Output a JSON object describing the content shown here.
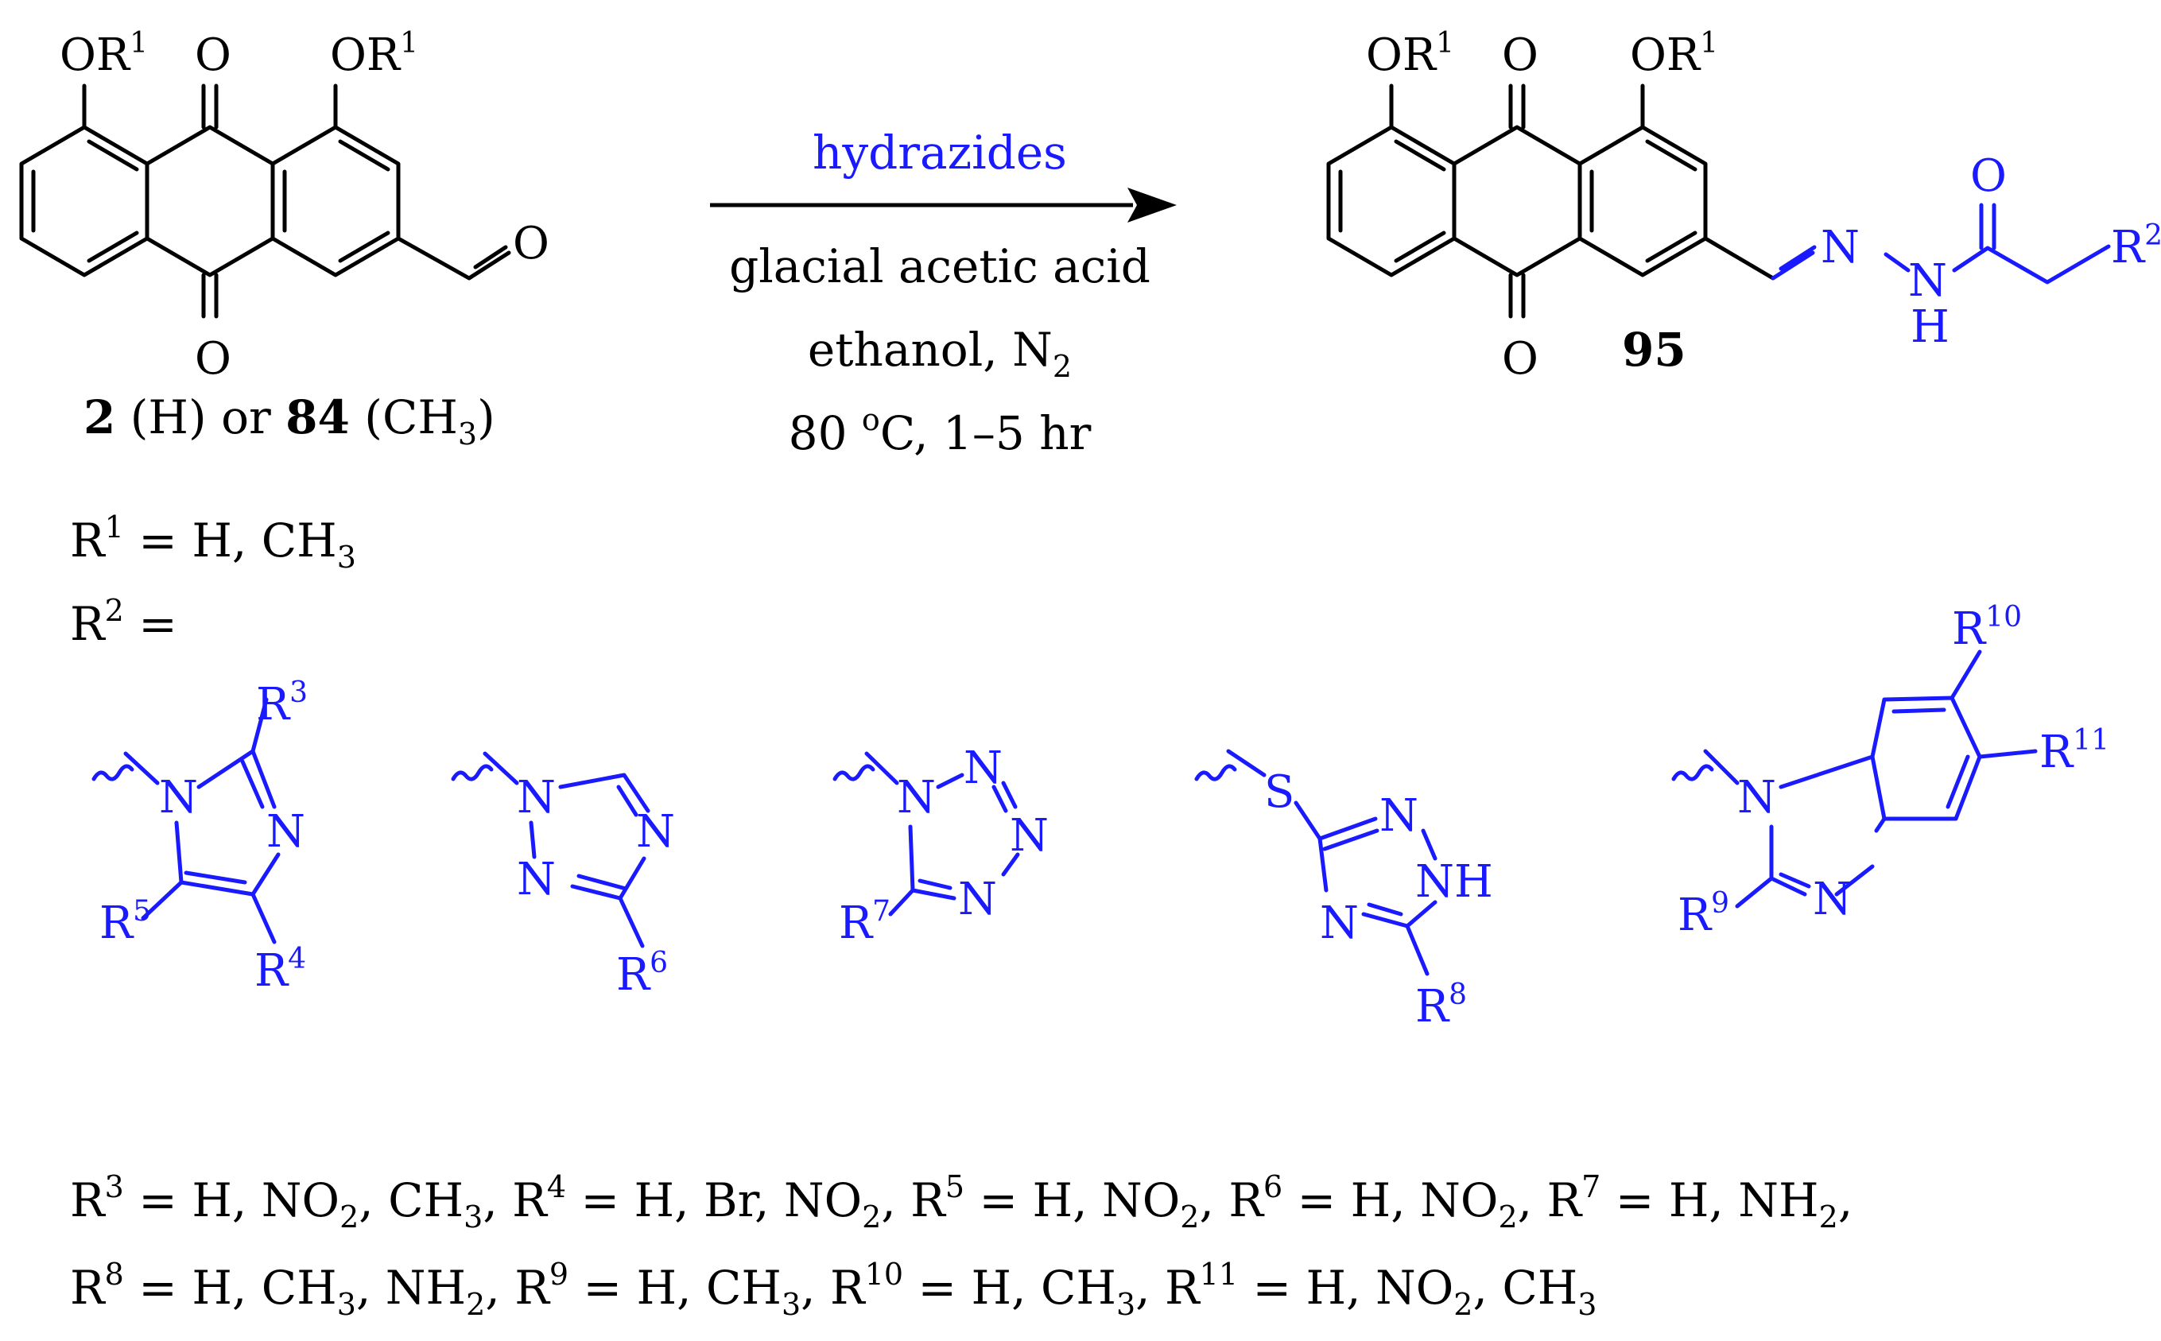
{
  "colors": {
    "black": "#000000",
    "blue": "#1a1aff",
    "background": "#ffffff"
  },
  "reactant": {
    "or1_left": "OR",
    "or1_right": "OR",
    "sup1": "1",
    "o_top": "O",
    "o_bottom": "O",
    "o_aldehyde": "O",
    "label_num1": "2",
    "label_mid1": " (H) or ",
    "label_num2": "84",
    "label_mid2": " (CH",
    "label_sub": "3",
    "label_end": ")"
  },
  "reaction": {
    "reagent": "hydrazides",
    "cond1": "glacial acetic acid",
    "cond2_main": "ethanol, N",
    "cond2_sub": "2",
    "cond3_a": "80 ",
    "cond3_sup": "o",
    "cond3_b": "C, 1–5 hr"
  },
  "product": {
    "or1_left": "OR",
    "or1_right": "OR",
    "sup1": "1",
    "o_top": "O",
    "o_bottom": "O",
    "number": "95",
    "n1": "N",
    "n2": "N",
    "h": "H",
    "o_amide": "O",
    "r2": "R",
    "r2_sup": "2"
  },
  "definitions": {
    "r1_r": "R",
    "r1_sup": "1",
    "r1_text": " = H, CH",
    "r1_sub": "3",
    "r2_r": "R",
    "r2_sup": "2",
    "r2_text": " ="
  },
  "substituents": {
    "imidazole": {
      "n1": "N",
      "n3": "N",
      "r3": "R",
      "r3_sup": "3",
      "r4": "R",
      "r4_sup": "4",
      "r5": "R",
      "r5_sup": "5"
    },
    "triazole": {
      "n1": "N",
      "n2": "N",
      "n4": "N",
      "r6": "R",
      "r6_sup": "6"
    },
    "tetrazole": {
      "n1": "N",
      "n2": "N",
      "n3": "N",
      "n4": "N",
      "r7": "R",
      "r7_sup": "7"
    },
    "thiotriazole": {
      "s": "S",
      "n1": "N",
      "nh": "NH",
      "n4": "N",
      "r8": "R",
      "r8_sup": "8"
    },
    "benzimidazole": {
      "n1": "N",
      "n3": "N",
      "r9": "R",
      "r9_sup": "9",
      "r10": "R",
      "r10_sup": "10",
      "r11": "R",
      "r11_sup": "11"
    }
  },
  "footnote": {
    "line1": [
      {
        "t": "R"
      },
      {
        "sup": "3"
      },
      {
        "t": " = H, NO"
      },
      {
        "sub": "2"
      },
      {
        "t": ", CH"
      },
      {
        "sub": "3"
      },
      {
        "t": ", R"
      },
      {
        "sup": "4"
      },
      {
        "t": " = H, Br, NO"
      },
      {
        "sub": "2"
      },
      {
        "t": ", R"
      },
      {
        "sup": "5"
      },
      {
        "t": " = H, NO"
      },
      {
        "sub": "2"
      },
      {
        "t": ", R"
      },
      {
        "sup": "6"
      },
      {
        "t": " = H, NO"
      },
      {
        "sub": "2"
      },
      {
        "t": ", R"
      },
      {
        "sup": "7"
      },
      {
        "t": " = H, NH"
      },
      {
        "sub": "2"
      },
      {
        "t": ","
      }
    ],
    "line2": [
      {
        "t": "R"
      },
      {
        "sup": "8"
      },
      {
        "t": " = H, CH"
      },
      {
        "sub": "3"
      },
      {
        "t": ", NH"
      },
      {
        "sub": "2"
      },
      {
        "t": ", R"
      },
      {
        "sup": "9"
      },
      {
        "t": " = H, CH"
      },
      {
        "sub": "3"
      },
      {
        "t": ", R"
      },
      {
        "sup": "10"
      },
      {
        "t": " = H, CH"
      },
      {
        "sub": "3"
      },
      {
        "t": ", R"
      },
      {
        "sup": "11"
      },
      {
        "t": " = H, NO"
      },
      {
        "sub": "2"
      },
      {
        "t": ", CH"
      },
      {
        "sub": "3"
      }
    ]
  }
}
